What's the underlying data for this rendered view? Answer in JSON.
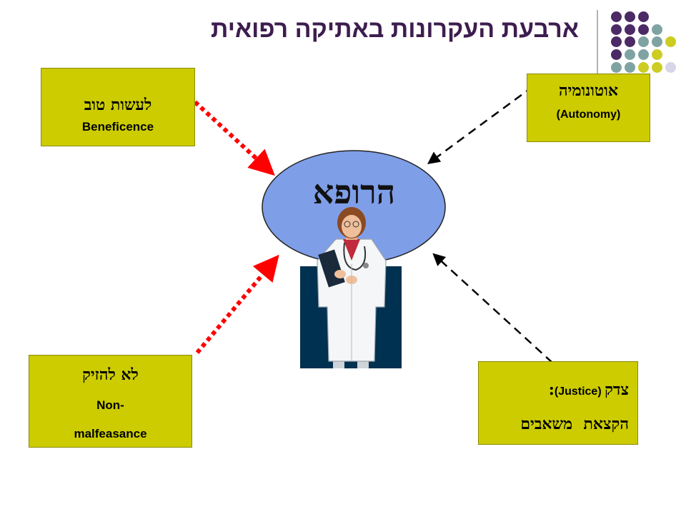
{
  "title": "ארבעת העקרונות באתיקה רפואית",
  "center_label": "הרופא",
  "beneficence": {
    "hebrew": "לעשות טוב",
    "english": "Beneficence"
  },
  "autonomy": {
    "hebrew": "אוטונומיה",
    "english": "(Autonomy)"
  },
  "non_malfeasance": {
    "hebrew": "לא להזיק",
    "english_line1": "Non-",
    "english_line2": "malfeasance"
  },
  "justice": {
    "line1_hebrew": "צדק",
    "line1_english": "(Justice)",
    "line1_suffix": ":",
    "line2": "הקצאת  משאבים"
  },
  "colors": {
    "title": "#3d1d4f",
    "box_fill": "#cccc00",
    "ellipse_fill": "#7f9ee8",
    "red_arrow": "#ff0000",
    "dashed_arrow": "#000000",
    "doctor_background": "#003150",
    "dot_purple": "#4b2a66",
    "dot_teal": "#7fa3a3",
    "dot_olive": "#cccc22",
    "dot_lavender": "#d6d6e8"
  },
  "icons": [
    "doctor-figure-icon"
  ]
}
